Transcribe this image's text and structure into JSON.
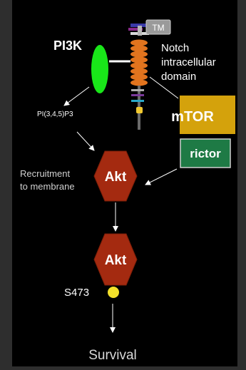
{
  "diagram": {
    "pi3k_label": "PI3K",
    "tm_label": "TM",
    "notch_label_lines": [
      "Notch",
      "intracellular",
      "domain"
    ],
    "pip3_label": "PI(3,4,5)P3",
    "recruitment_lines": [
      "Recruitment",
      "to membrane"
    ],
    "mtor_label": "mTOR",
    "rictor_label": "rictor",
    "akt_top_label": "Akt",
    "akt_bottom_label": "Akt",
    "s473_label": "S473",
    "survival_label": "Survival"
  },
  "colors": {
    "background": "#000000",
    "frame": "#2e2e2e",
    "pi3k_green": "#19e619",
    "akt_red": "#a42a10",
    "mtor_gold": "#d4a20c",
    "rictor_green": "#1e7a45",
    "notch_orange": "#e2741e",
    "phospho_yellow": "#f3e12b"
  }
}
